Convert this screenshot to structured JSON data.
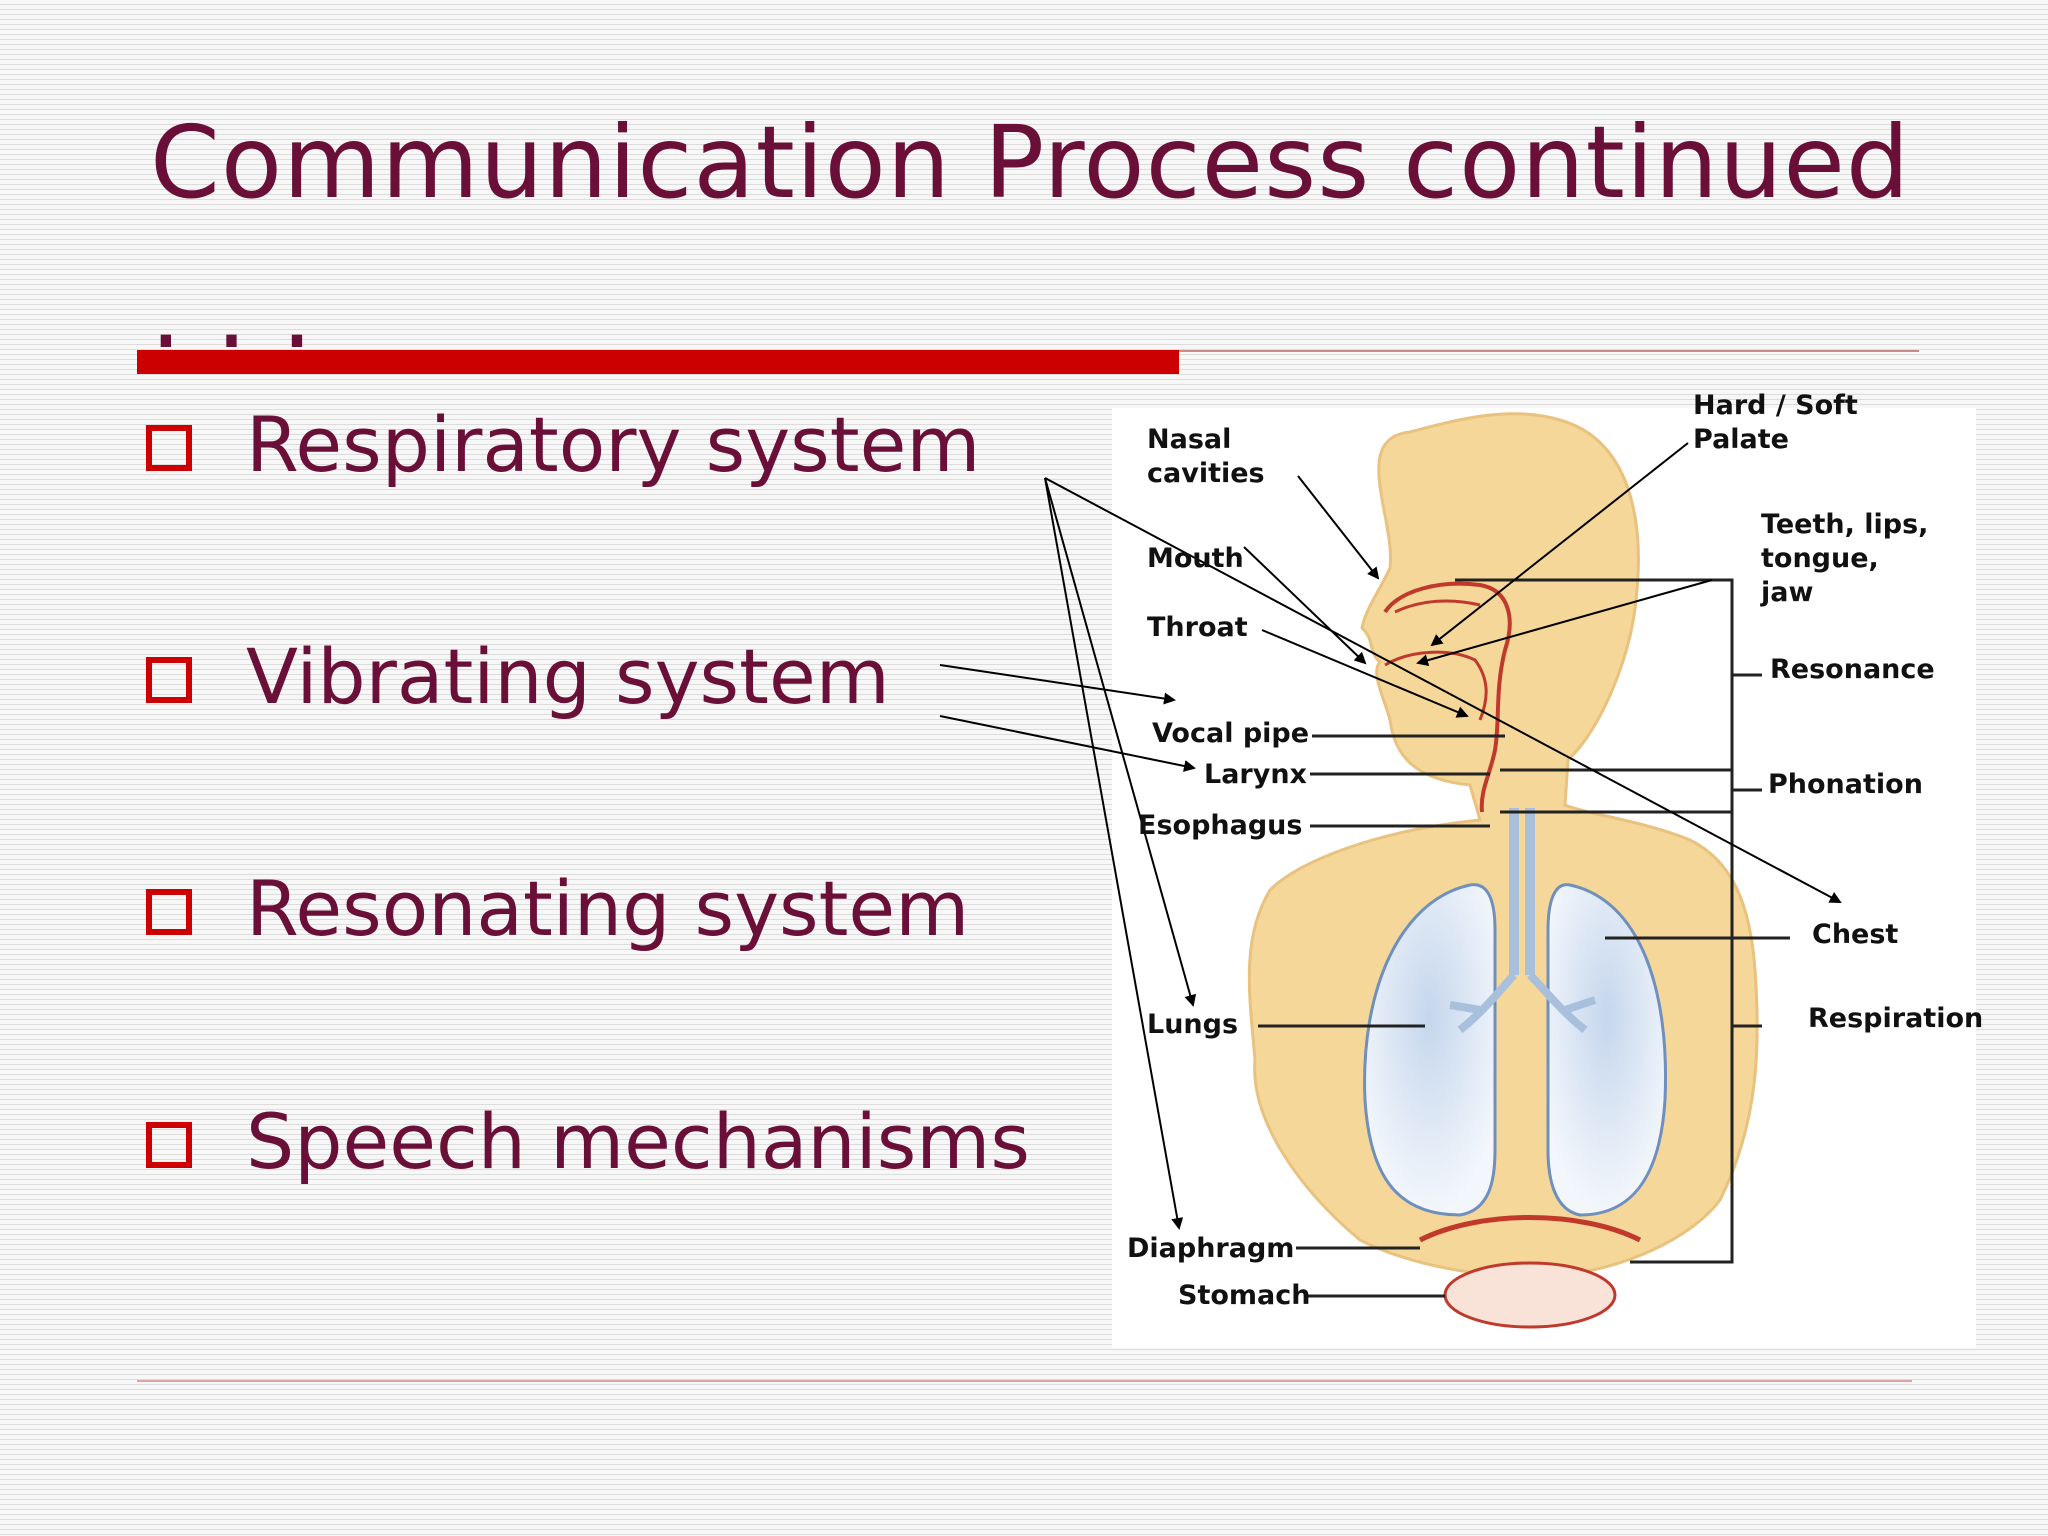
{
  "slide": {
    "title_line1": "Communication Process continued",
    "title_line2": ". . ."
  },
  "bullets": [
    {
      "label": "Respiratory system"
    },
    {
      "label": "Vibrating system"
    },
    {
      "label": "Resonating system"
    },
    {
      "label": "Speech mechanisms"
    }
  ],
  "diagram": {
    "labels": {
      "nasal_cavities_1": "Nasal",
      "nasal_cavities_2": "cavities",
      "hard_soft_1": "Hard / Soft",
      "hard_soft_2": "Palate",
      "teeth_1": "Teeth, lips,",
      "teeth_2": "tongue,",
      "teeth_3": "jaw",
      "mouth": "Mouth",
      "throat": "Throat",
      "vocal_pipe": "Vocal pipe",
      "larynx": "Larynx",
      "esophagus": "Esophagus",
      "lungs": "Lungs",
      "diaphragm": "Diaphragm",
      "stomach": "Stomach",
      "chest": "Chest",
      "resonance": "Resonance",
      "phonation": "Phonation",
      "respiration": "Respiration"
    },
    "colors": {
      "skin": "#f5d79a",
      "skin_outline": "#e8c27e",
      "lungs": "#dde8f4",
      "tract": "#c0392b",
      "panel": "#ffffff"
    }
  }
}
